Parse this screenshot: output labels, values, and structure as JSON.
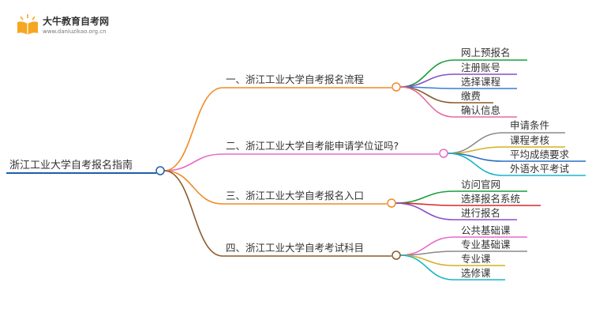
{
  "logo": {
    "title": "大牛教育自考网",
    "url": "www.daniuzikao.org.cn",
    "brand_color": "#f5a623"
  },
  "root": {
    "label": "浙江工业大学自考报名指南",
    "color": "#1f5fa8"
  },
  "branches": [
    {
      "label": "一、浙江工业大学自考报名流程",
      "color": "#f08a24",
      "children": [
        {
          "label": "网上预报名",
          "color": "#1a9e3a"
        },
        {
          "label": "注册账号",
          "color": "#8a4fc7"
        },
        {
          "label": "选择课程",
          "color": "#3a7bd5"
        },
        {
          "label": "缴费",
          "color": "#8b5a2b"
        },
        {
          "label": "确认信息",
          "color": "#e86aa0"
        }
      ]
    },
    {
      "label": "二、浙江工业大学自考能申请学位证吗?",
      "color": "#e86ac8",
      "children": [
        {
          "label": "申请条件",
          "color": "#8a8a8a"
        },
        {
          "label": "课程考核",
          "color": "#d4b020"
        },
        {
          "label": "平均成绩要求",
          "color": "#2b6cc4"
        },
        {
          "label": "外语水平考试",
          "color": "#18b5c8"
        }
      ]
    },
    {
      "label": "三、浙江工业大学自考报名入口",
      "color": "#f08a24",
      "children": [
        {
          "label": "访问官网",
          "color": "#1a9e3a"
        },
        {
          "label": "选择报名系统",
          "color": "#d62828"
        },
        {
          "label": "进行报名",
          "color": "#8a4fc7"
        }
      ]
    },
    {
      "label": "四、浙江工业大学自考考试科目",
      "color": "#8b5a2b",
      "children": [
        {
          "label": "公共基础课",
          "color": "#e86ac8"
        },
        {
          "label": "专业基础课",
          "color": "#8a8a8a"
        },
        {
          "label": "专业课",
          "color": "#d4b020"
        },
        {
          "label": "选修课",
          "color": "#18b5c8"
        }
      ]
    }
  ]
}
